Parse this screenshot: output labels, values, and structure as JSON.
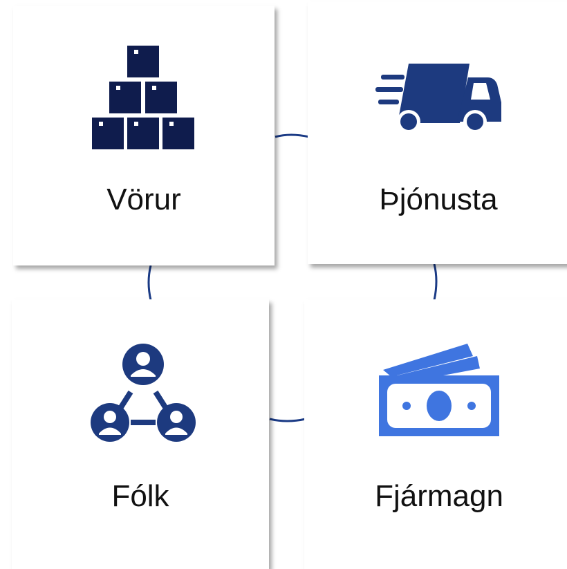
{
  "colors": {
    "navy": "#0f1c4d",
    "dark_blue": "#1d3a7f",
    "bright_blue": "#3f75e0",
    "connector": "#1a3a85"
  },
  "cards": [
    {
      "label": "Vörur",
      "icon": "stacked-boxes-icon"
    },
    {
      "label": "Þjónusta",
      "icon": "delivery-truck-icon"
    },
    {
      "label": "Fólk",
      "icon": "people-network-icon"
    },
    {
      "label": "Fjármagn",
      "icon": "money-bills-icon"
    }
  ]
}
